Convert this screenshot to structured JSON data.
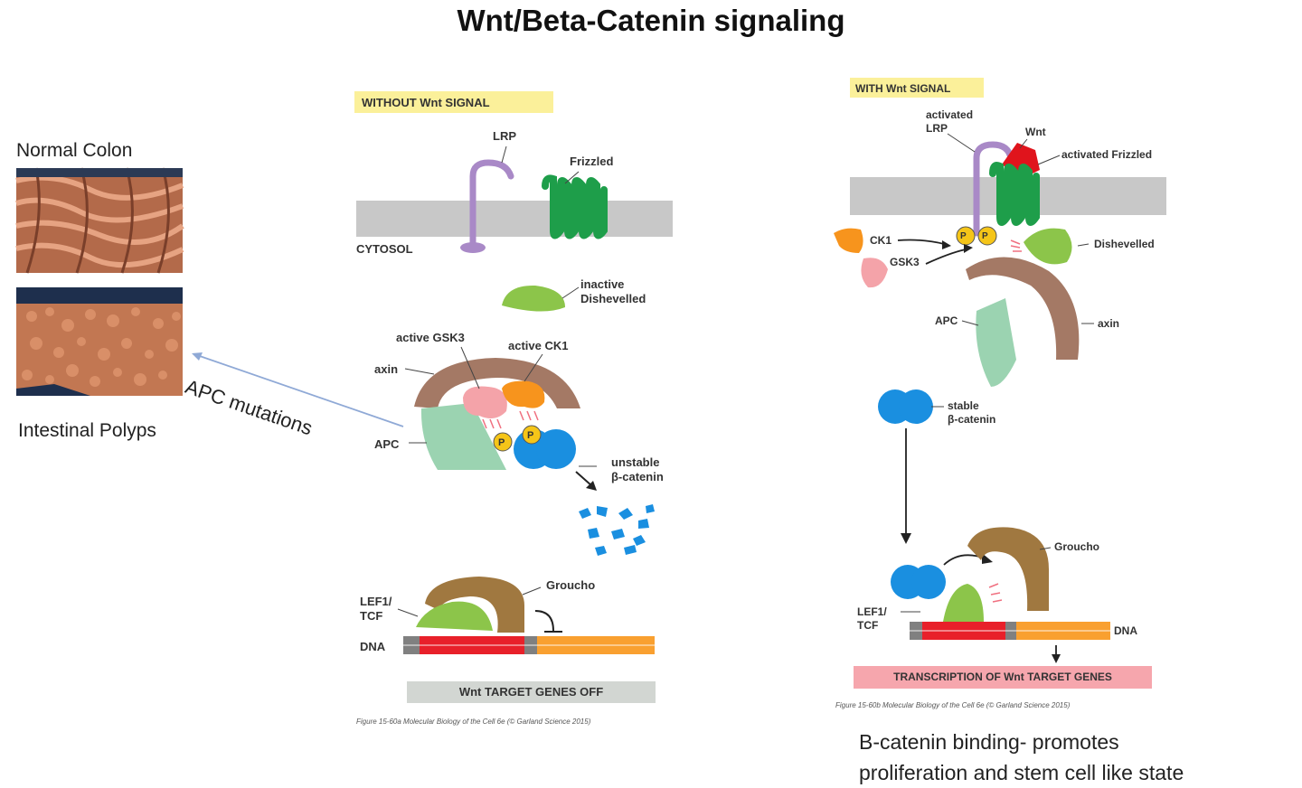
{
  "title": "Wnt/Beta-Catenin signaling",
  "left": {
    "normal_colon": "Normal Colon",
    "intestinal_polyps": "Intestinal Polyps",
    "apc_mutations": "APC mutations"
  },
  "without_panel": {
    "header": "WITHOUT Wnt SIGNAL",
    "lrp": "LRP",
    "frizzled": "Frizzled",
    "cytosol": "CYTOSOL",
    "inactive_dishevelled": "inactive\nDishevelled",
    "active_gsk3": "active GSK3",
    "active_ck1": "active CK1",
    "axin": "axin",
    "apc": "APC",
    "p": "P",
    "unstable_bcatenin": "unstable\nβ-catenin",
    "groucho": "Groucho",
    "lef1_tcf": "LEF1/\nTCF",
    "dna": "DNA",
    "genes_off": "Wnt TARGET GENES OFF",
    "caption": "Figure 15-60a Molecular Biology of the Cell 6e (© Garland Science 2015)"
  },
  "with_panel": {
    "header": "WITH Wnt SIGNAL",
    "activated_lrp": "activated\nLRP",
    "wnt": "Wnt",
    "activated_frizzled": "activated Frizzled",
    "ck1": "CK1",
    "gsk3": "GSK3",
    "dishevelled": "Dishevelled",
    "apc": "APC",
    "axin": "axin",
    "p": "P",
    "stable_bcatenin": "stable\nβ-catenin",
    "groucho": "Groucho",
    "lef1_tcf": "LEF1/\nTCF",
    "dna": "DNA",
    "transcription": "TRANSCRIPTION OF Wnt TARGET GENES",
    "caption": "Figure 15-60b Molecular Biology of the Cell 6e (© Garland Science 2015)"
  },
  "bottom_note": "B-catenin binding- promotes\nproliferation and stem cell like state",
  "colors": {
    "membrane": "#c8c8c8",
    "frizzled": "#1e9e4a",
    "lrp": "#a989c7",
    "dishevelled": "#8cc54a",
    "axin": "#a47965",
    "apc": "#9bd3b1",
    "gsk3": "#f4a3a9",
    "ck1": "#f7941d",
    "bcatenin": "#1a8fe0",
    "phospho": "#f5c518",
    "groucho": "#a07840",
    "dna_red": "#e8202a",
    "dna_orange": "#f9a030",
    "wnt": "#e0141c",
    "yellow_header": "#fbf09a",
    "pink_bar": "#f6a6ad",
    "gray_bar": "#d2d6d2"
  }
}
